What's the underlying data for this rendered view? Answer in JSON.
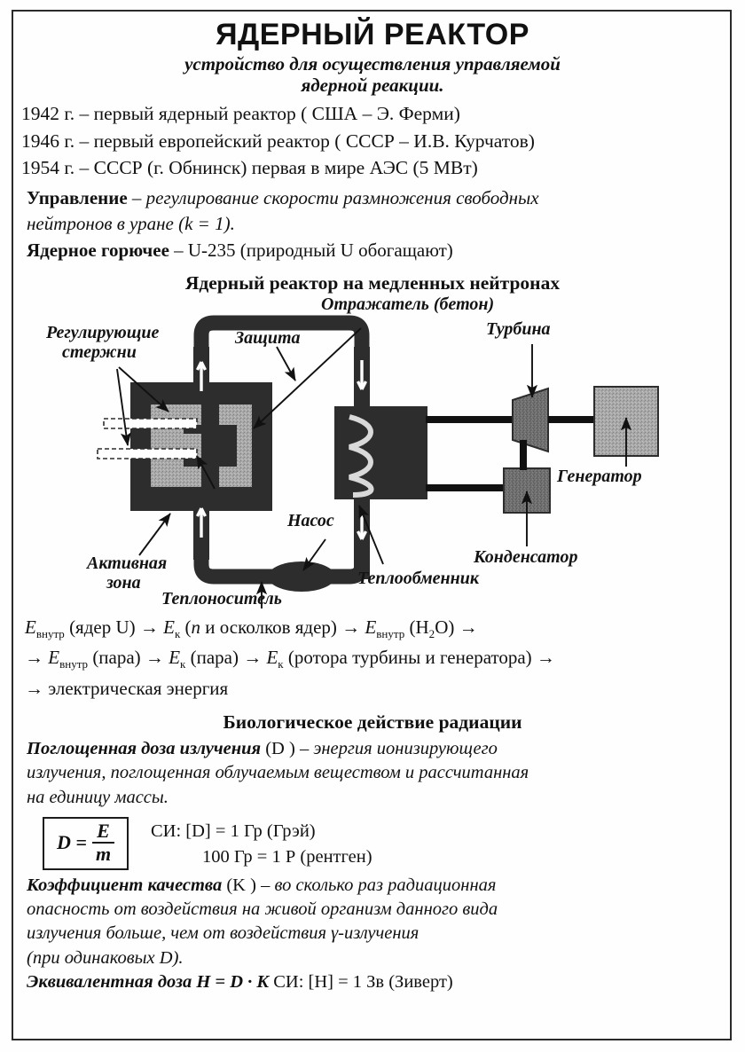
{
  "title": "ЯДЕРНЫЙ РЕАКТОР",
  "subtitle_line1": "устройство для осуществления управляемой",
  "subtitle_line2": "ядерной реакции.",
  "history": [
    "1942 г. – первый ядерный реактор ( США – Э. Ферми)",
    "1946 г. – первый европейский реактор ( СССР – И.В. Курчатов)",
    "1954 г. – СССР (г. Обнинск) первая в мире АЭС (5 МВт)"
  ],
  "control": {
    "term": "Управление",
    "dash": " – ",
    "body_line1": "регулирование скорости размножения свободных",
    "body_line2": "нейтронов в уране (k = 1)."
  },
  "fuel": {
    "term": "Ядерное горючее",
    "dash": " – ",
    "body": "U-235 (природный U обогащают)"
  },
  "diagram": {
    "heading": "Ядерный реактор на медленных нейтронах",
    "labels": {
      "control_rods_l1": "Регулирующие",
      "control_rods_l2": "стержни",
      "shield": "Защита",
      "reflector": "Отражатель (бетон)",
      "turbine": "Турбина",
      "generator": "Генератор",
      "pump": "Насос",
      "condenser": "Конденсатор",
      "heat_exchanger": "Теплообменник",
      "coolant": "Теплоноситель",
      "active_zone_l1": "Активная",
      "active_zone_l2": "зона"
    },
    "colors": {
      "dark": "#2d2d2d",
      "gray_fill": "#a8a8a8",
      "mid_gray": "#6e6e6e",
      "line": "#111111"
    }
  },
  "energy_chain": {
    "line1": [
      {
        "t": "E",
        "i": true
      },
      {
        "t": "внутр",
        "sub": true
      },
      {
        "t": " (ядер U) → "
      },
      {
        "t": "E",
        "i": true
      },
      {
        "t": "к",
        "sub": true
      },
      {
        "t": " ("
      },
      {
        "t": "n",
        "i": true
      },
      {
        "t": " и осколков ядер) → "
      },
      {
        "t": "E",
        "i": true
      },
      {
        "t": "внутр",
        "sub": true
      },
      {
        "t": " (H"
      },
      {
        "t": "2",
        "sub": true
      },
      {
        "t": "O) →"
      }
    ],
    "line2": [
      {
        "t": "→ "
      },
      {
        "t": "E",
        "i": true
      },
      {
        "t": "внутр",
        "sub": true
      },
      {
        "t": " (пара) → "
      },
      {
        "t": "E",
        "i": true
      },
      {
        "t": "к",
        "sub": true
      },
      {
        "t": " (пара) → "
      },
      {
        "t": "E",
        "i": true
      },
      {
        "t": "к",
        "sub": true
      },
      {
        "t": " (ротора турбины и генератора) →"
      }
    ],
    "line3": [
      {
        "t": "→ электрическая энергия"
      }
    ]
  },
  "bio": {
    "heading": "Биологическое действие радиации",
    "absorbed_term": "Поглощенная доза излучения",
    "absorbed_sym": " (D ) ",
    "absorbed_l1": "– энергия ионизирующего",
    "absorbed_l2": "излучения, поглощенная облучаемым веществом и рассчитанная",
    "absorbed_l3": "на единицу массы.",
    "formula": {
      "lhs": "D =",
      "num": "E",
      "den": "m"
    },
    "si_line1": "СИ: [D] = 1 Гр (Грэй)",
    "si_line2": "100 Гр = 1 Р (рентген)",
    "quality_term": "Коэффициент качества",
    "quality_sym": " (K ) ",
    "quality_l1": "– во сколько раз радиационная",
    "quality_l2": "опасность от воздействия на живой организм данного вида",
    "quality_l3": "излучения больше, чем от воздействия γ-излучения",
    "quality_l4": "(при одинаковых D).",
    "equivalent_term": "Эквивалентная доза",
    "equivalent_formula": " H = D · K ",
    "equivalent_si": "СИ: [H] = 1 Зв (Зиверт)"
  }
}
